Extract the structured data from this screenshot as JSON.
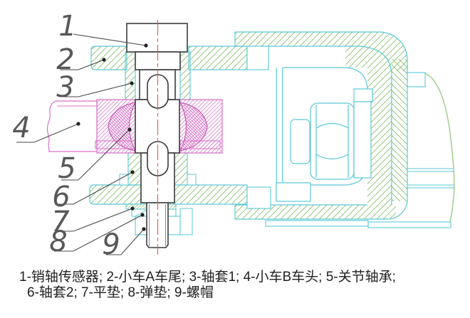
{
  "figure": {
    "type": "engineering-section-drawing",
    "callouts": [
      {
        "num": "1",
        "part": "销轴传感器"
      },
      {
        "num": "2",
        "part": "小车A车尾"
      },
      {
        "num": "3",
        "part": "轴套1"
      },
      {
        "num": "4",
        "part": "小车B车头"
      },
      {
        "num": "5",
        "part": "关节轴承"
      },
      {
        "num": "6",
        "part": "轴套2"
      },
      {
        "num": "7",
        "part": "平垫"
      },
      {
        "num": "8",
        "part": "弹垫"
      },
      {
        "num": "9",
        "part": "螺帽"
      }
    ],
    "caption": {
      "line1": "1-销轴传感器; 2-小车A车尾; 3-轴套1; 4-小车B车头; 5-关节轴承;",
      "line2": "6-轴套2; 7-平垫; 8-弹垫; 9-螺帽"
    },
    "colors": {
      "car_a_outline": "#5ac8d8",
      "car_a_hatch": "#96c97e",
      "car_b_outline": "#d96fc8",
      "car_b_hatch": "#dc86cf",
      "centerline": "#e05a50",
      "pin_outline": "#3b3b3b"
    }
  }
}
